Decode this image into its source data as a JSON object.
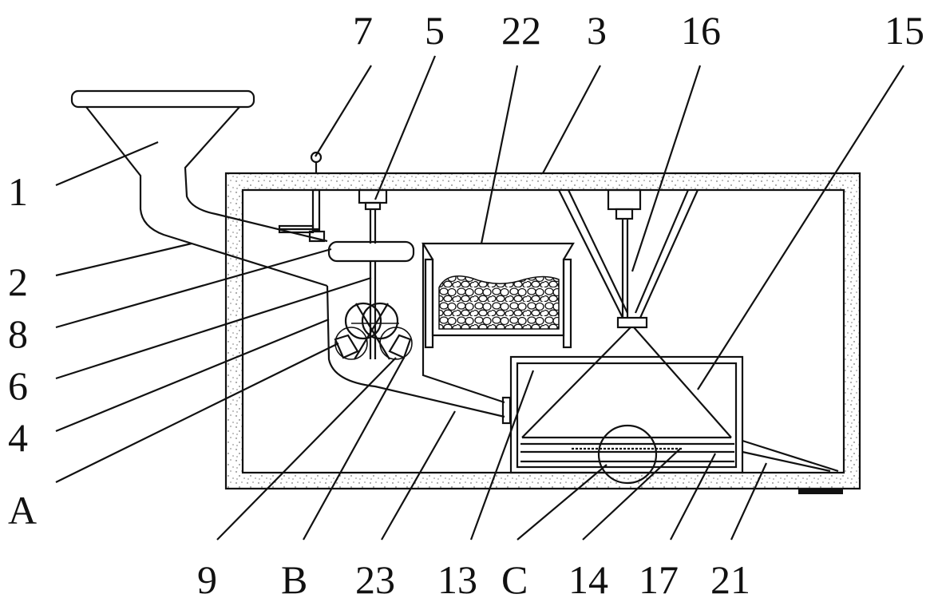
{
  "labels": {
    "l1": "1",
    "l2": "2",
    "l3": "3",
    "l4": "4",
    "l5": "5",
    "l6": "6",
    "l7": "7",
    "l8": "8",
    "l9": "9",
    "l13": "13",
    "l14": "14",
    "l15": "15",
    "l16": "16",
    "l17": "17",
    "l21": "21",
    "l22": "22",
    "l23": "23",
    "lA": "A",
    "lB": "B",
    "lC": "C"
  }
}
